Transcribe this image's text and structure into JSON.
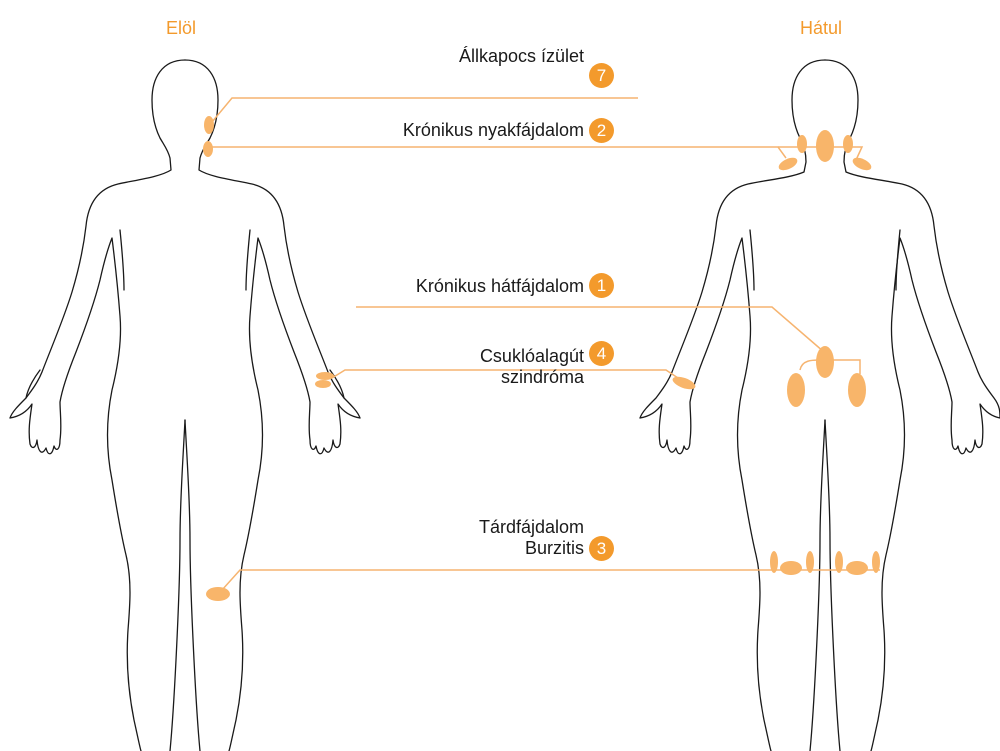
{
  "views": {
    "front": "Elöl",
    "back": "Hátul"
  },
  "callouts": [
    {
      "number": "7",
      "lines": [
        "Állkapocs ízület"
      ]
    },
    {
      "number": "2",
      "lines": [
        "Krónikus nyakfájdalom"
      ]
    },
    {
      "number": "1",
      "lines": [
        "Krónikus hátfájdalom"
      ]
    },
    {
      "number": "4",
      "lines": [
        "Csuklóalagút",
        "szindróma"
      ]
    },
    {
      "number": "3",
      "lines": [
        "Tárdfájdalom",
        "Burzitis"
      ]
    }
  ],
  "colors": {
    "accent": "#f39a2c",
    "marker": "#f8b56a",
    "line": "#f6b470",
    "outline": "#1a1a1a"
  }
}
